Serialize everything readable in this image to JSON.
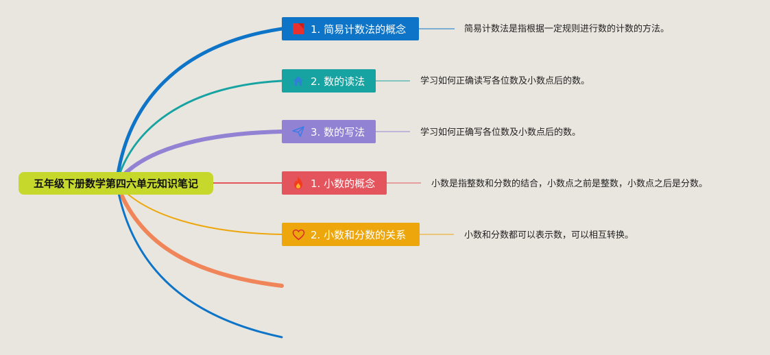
{
  "root": {
    "label": "五年级下册数学第四六单元知识笔记"
  },
  "branches": [
    {
      "label": "1. 简易计数法的概念",
      "icon": "red-flag-icon",
      "color": "#0e74c8",
      "note": "简易计数法是指根据一定规则进行数的计数的方法。"
    },
    {
      "label": "2. 数的读法",
      "icon": "house-icon",
      "color": "#17a3a1",
      "note": "学习如何正确读写各位数及小数点后的数。"
    },
    {
      "label": "3. 数的写法",
      "icon": "paper-plane-icon",
      "color": "#9182d3",
      "note": "学习如何正确写各位数及小数点后的数。"
    },
    {
      "label": "1. 小数的概念",
      "icon": "fire-icon",
      "color": "#e4545d",
      "note": "小数是指整数和分数的结合，小数点之前是整数，小数点之后是分数。"
    },
    {
      "label": "2. 小数和分数的关系",
      "icon": "heart-icon",
      "color": "#eda70c",
      "note": "小数和分数都可以表示数，可以相互转换。"
    }
  ],
  "colors": {
    "extra_branch_1": "#f0855a",
    "extra_branch_2": "#0e74c8",
    "background": "#e9e6df",
    "root": "#c5d82b"
  }
}
